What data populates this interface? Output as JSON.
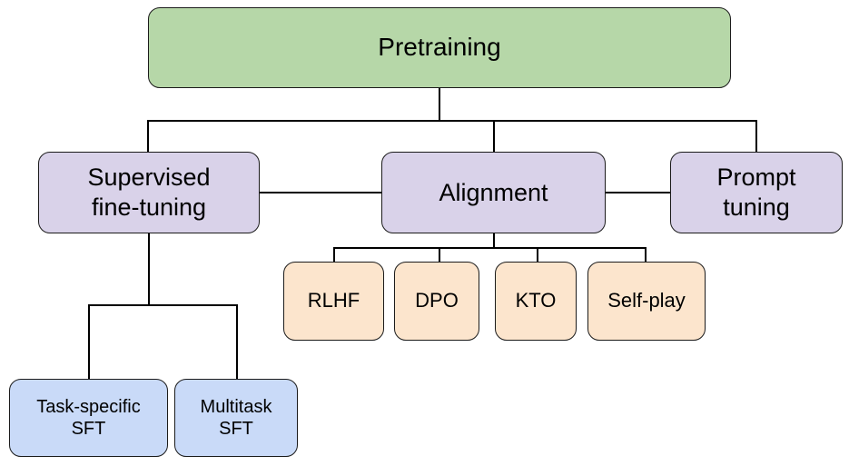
{
  "diagram": {
    "title": "LLM training stages flowchart",
    "nodes": {
      "pretraining": {
        "label": "Pretraining",
        "fill": "#b6d7a8",
        "level": 1
      },
      "supervised_ft": {
        "label": "Supervised\nfine-tuning",
        "fill": "#d9d2e9",
        "level": 2
      },
      "alignment": {
        "label": "Alignment",
        "fill": "#d9d2e9",
        "level": 2
      },
      "prompt_tuning": {
        "label": "Prompt\ntuning",
        "fill": "#d9d2e9",
        "level": 2
      },
      "rlhf": {
        "label": "RLHF",
        "fill": "#fce5cd",
        "level": 3
      },
      "dpo": {
        "label": "DPO",
        "fill": "#fce5cd",
        "level": 3
      },
      "kto": {
        "label": "KTO",
        "fill": "#fce5cd",
        "level": 3
      },
      "self_play": {
        "label": "Self-play",
        "fill": "#fce5cd",
        "level": 3
      },
      "task_specific_sft": {
        "label": "Task-specific\nSFT",
        "fill": "#c9daf8",
        "level": 3
      },
      "multitask_sft": {
        "label": "Multitask\nSFT",
        "fill": "#c9daf8",
        "level": 3
      }
    },
    "edges": [
      {
        "from": "pretraining",
        "to": "supervised_ft"
      },
      {
        "from": "pretraining",
        "to": "alignment"
      },
      {
        "from": "pretraining",
        "to": "prompt_tuning"
      },
      {
        "from": "supervised_ft",
        "to": "alignment",
        "type": "sibling-link"
      },
      {
        "from": "alignment",
        "to": "prompt_tuning",
        "type": "sibling-link"
      },
      {
        "from": "alignment",
        "to": "rlhf"
      },
      {
        "from": "alignment",
        "to": "dpo"
      },
      {
        "from": "alignment",
        "to": "kto"
      },
      {
        "from": "alignment",
        "to": "self_play"
      },
      {
        "from": "supervised_ft",
        "to": "task_specific_sft"
      },
      {
        "from": "supervised_ft",
        "to": "multitask_sft"
      }
    ],
    "colors": {
      "background": "#ffffff",
      "node_border": "#1b1b1b",
      "connector_line": "#000000",
      "pretraining_fill": "#b6d7a8",
      "stage_fill": "#d9d2e9",
      "alignment_method_fill": "#fce5cd",
      "sft_variant_fill": "#c9daf8",
      "text": "#000000"
    }
  }
}
